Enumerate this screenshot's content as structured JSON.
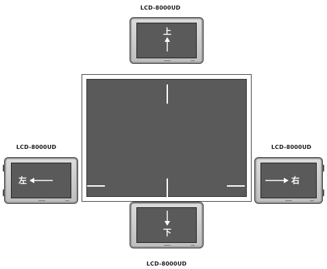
{
  "labels": {
    "top": "LCD-8000UD",
    "left": "LCD-8000UD",
    "right": "LCD-8000UD",
    "bottom": "LCD-8000UD"
  },
  "directions": {
    "up": "上",
    "left": "左",
    "right": "右",
    "down": "下"
  },
  "colors": {
    "screen": "#5a5a5a",
    "bezel": "#c8c8c8",
    "marker": "#ffffff"
  }
}
